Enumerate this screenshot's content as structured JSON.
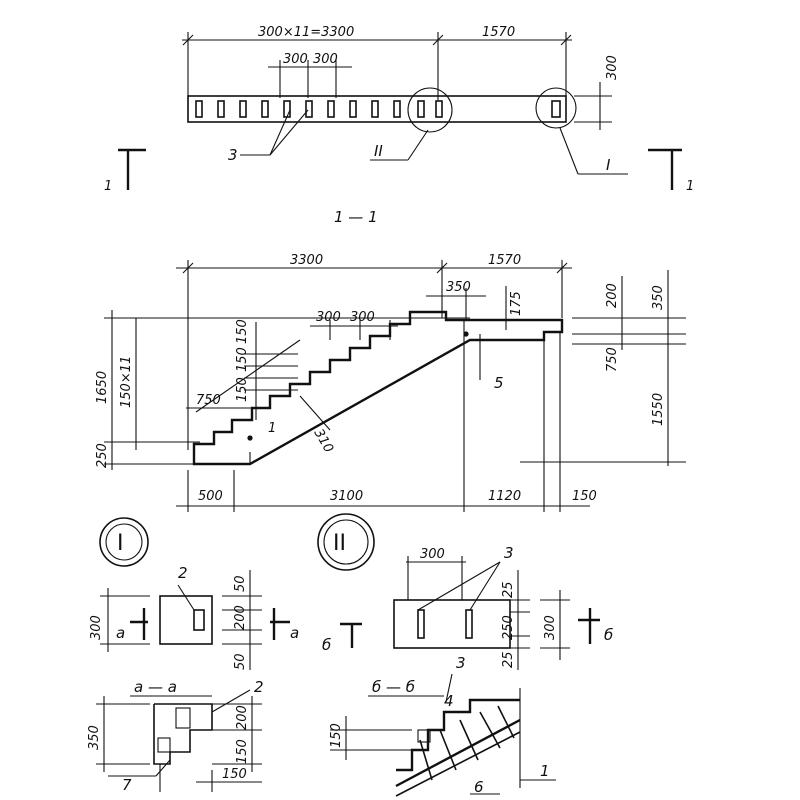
{
  "plan": {
    "dim_total": "300×11=3300",
    "dim_landing": "1570",
    "dim_step_a": "300",
    "dim_step_b": "300",
    "dim_width": "300",
    "callout_3": "3",
    "callout_II": "II",
    "callout_I": "I",
    "cut_left": "1",
    "cut_right": "1"
  },
  "section": {
    "title": "1 — 1",
    "dim_run": "3300",
    "dim_landing": "1570",
    "dim_350": "350",
    "dim_175": "175",
    "dim_200": "200",
    "dim_350_r": "350",
    "dim_750_r": "750",
    "dim_1550": "1550",
    "dim_300a": "300",
    "dim_300b": "300",
    "dim_150_1": "150",
    "dim_150_2": "150",
    "dim_150_3": "150",
    "dim_1650": "1650",
    "dim_150x11": "150×11",
    "dim_250": "250",
    "dim_750_l": "750",
    "dim_310": "310",
    "dim_500": "500",
    "dim_3100": "3100",
    "dim_1120": "1120",
    "dim_150_b": "150",
    "callout_5": "5",
    "callout_1": "1"
  },
  "detail_I": {
    "badge": "I",
    "dim_50_top": "50",
    "dim_200": "200",
    "dim_50_bot": "50",
    "dim_300": "300",
    "callout_2": "2",
    "cut_a": "a",
    "cut_a2": "a"
  },
  "detail_II": {
    "badge": "II",
    "dim_300": "300",
    "callout_3": "3",
    "dim_25_top": "25",
    "dim_250": "250",
    "dim_25_bot": "25",
    "dim_300_r": "300",
    "cut_b": "б",
    "cut_b2": "б"
  },
  "section_aa": {
    "title": "а — а",
    "dim_350": "350",
    "dim_200": "200",
    "dim_150": "150",
    "dim_150_b": "150",
    "callout_2": "2",
    "callout_7": "7"
  },
  "section_bb": {
    "title": "б — б",
    "dim_150": "150",
    "callout_3": "3",
    "callout_4": "4",
    "callout_6": "6",
    "callout_1": "1"
  }
}
